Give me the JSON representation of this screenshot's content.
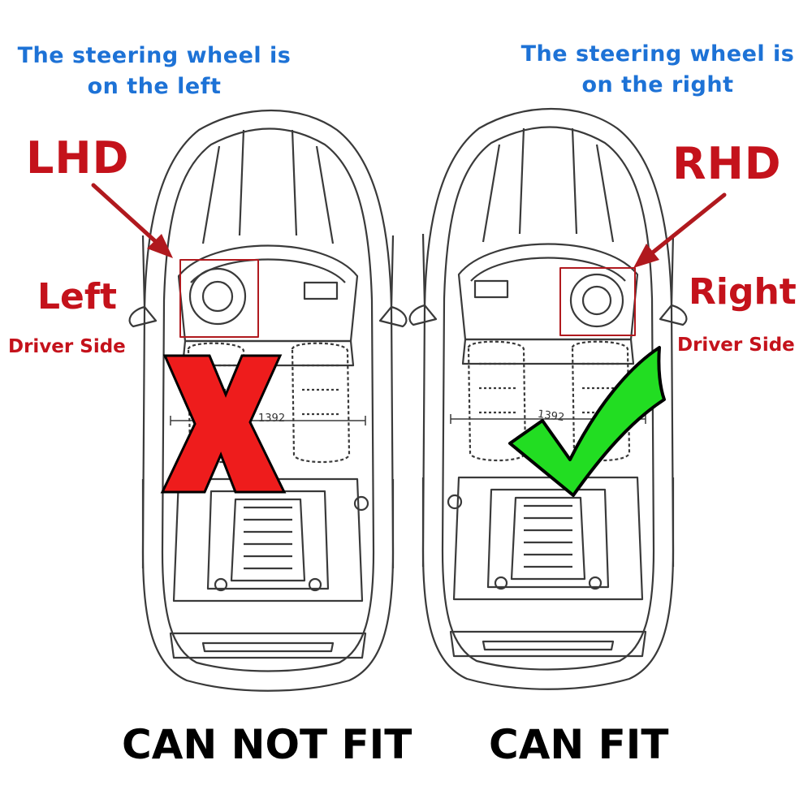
{
  "left_panel": {
    "steering_note_line1": "The steering wheel is",
    "steering_note_line2": "on the left",
    "hand_drive": "LHD",
    "side_word": "Left",
    "side_caption": "Driver Side",
    "dimension": "1392",
    "verdict": "CAN NOT FIT",
    "mark_icon": "red-x-icon"
  },
  "right_panel": {
    "steering_note_line1": "The steering wheel is",
    "steering_note_line2": "on the right",
    "hand_drive": "RHD",
    "side_word": "Right",
    "side_caption": "Driver Side",
    "dimension": "1392",
    "verdict": "CAN FIT",
    "mark_icon": "green-check-icon"
  },
  "colors": {
    "note_blue": "#1d72d6",
    "label_red": "#c4121b",
    "cross_red": "#ee1c1c",
    "check_green": "#22dd22",
    "outline": "#3a3a3a"
  }
}
